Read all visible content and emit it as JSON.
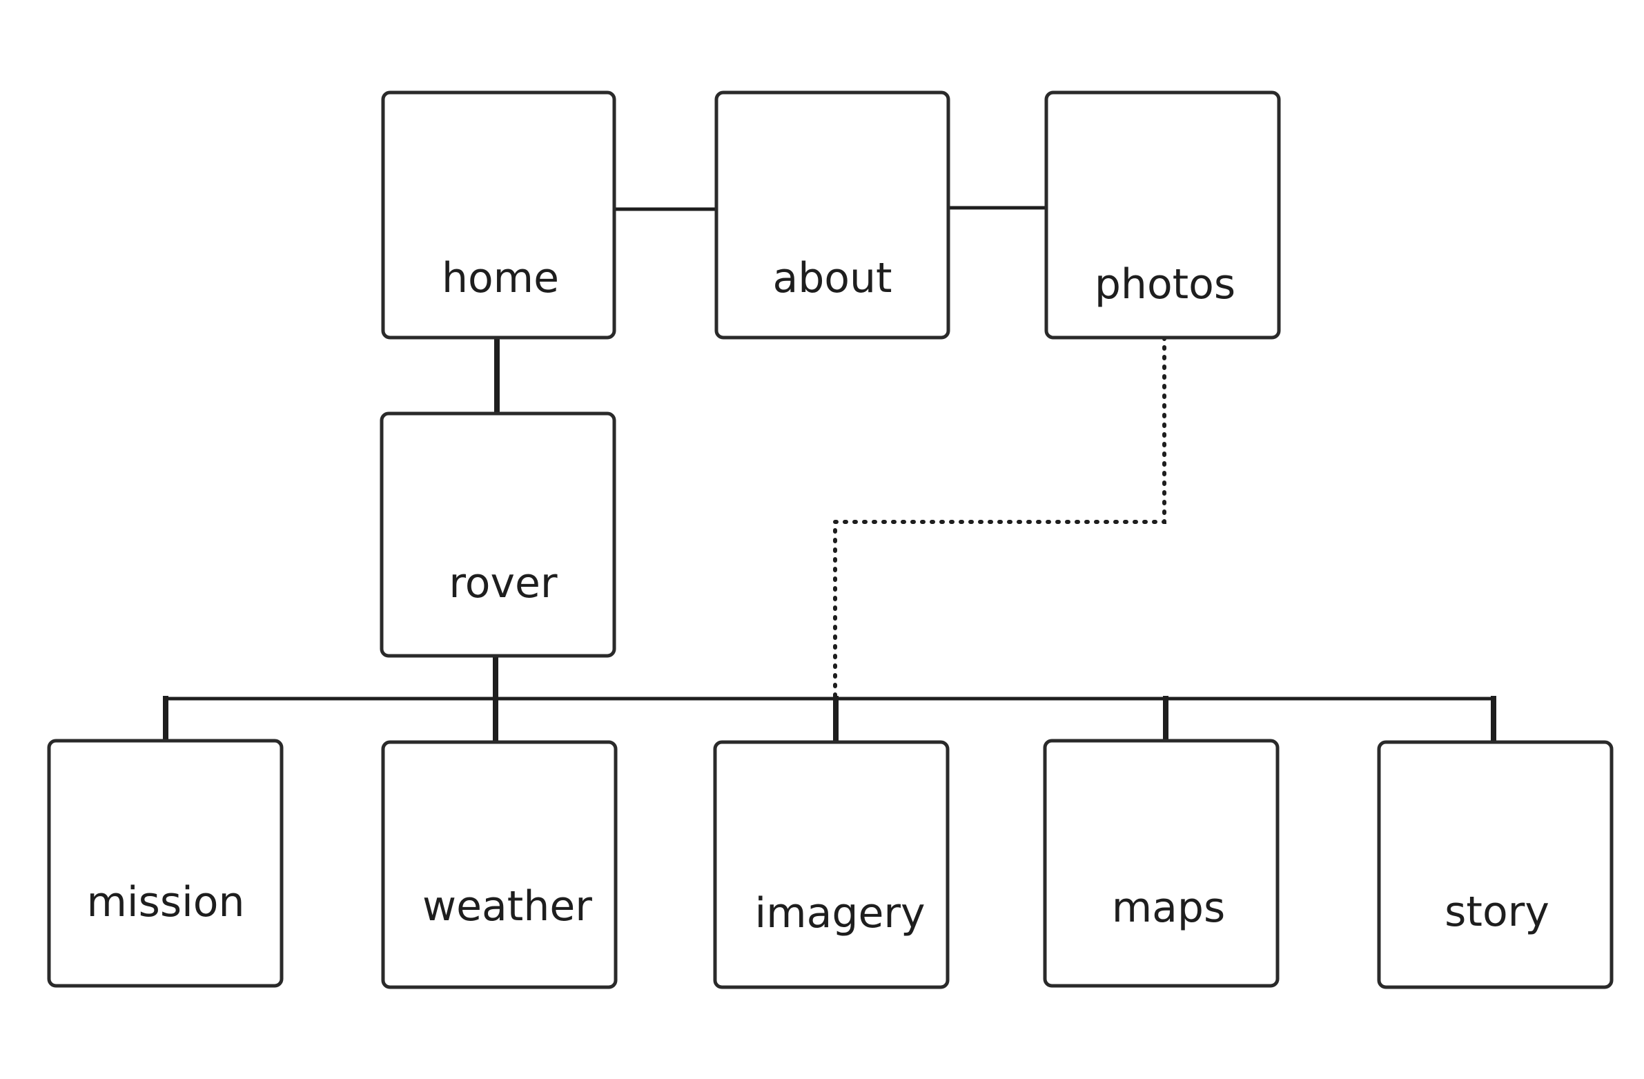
{
  "nodes": [
    {
      "id": "home",
      "label": "home"
    },
    {
      "id": "about",
      "label": "about"
    },
    {
      "id": "photos",
      "label": "photos"
    },
    {
      "id": "rover",
      "label": "rover"
    },
    {
      "id": "mission",
      "label": "mission"
    },
    {
      "id": "weather",
      "label": "weather"
    },
    {
      "id": "imagery",
      "label": "imagery"
    },
    {
      "id": "maps",
      "label": "maps"
    },
    {
      "id": "story",
      "label": "story"
    }
  ],
  "links": [
    {
      "from": "home",
      "to": "about",
      "style": "solid"
    },
    {
      "from": "about",
      "to": "photos",
      "style": "solid"
    },
    {
      "from": "home",
      "to": "rover",
      "style": "solid"
    },
    {
      "from": "rover",
      "to": "mission",
      "style": "solid"
    },
    {
      "from": "rover",
      "to": "weather",
      "style": "solid"
    },
    {
      "from": "rover",
      "to": "imagery",
      "style": "solid"
    },
    {
      "from": "rover",
      "to": "maps",
      "style": "solid"
    },
    {
      "from": "rover",
      "to": "story",
      "style": "solid"
    },
    {
      "from": "photos",
      "to": "imagery",
      "style": "dotted"
    }
  ],
  "colors": {
    "stroke": "#2a2a2a",
    "text": "#1e1e1e",
    "background": "#ffffff"
  }
}
